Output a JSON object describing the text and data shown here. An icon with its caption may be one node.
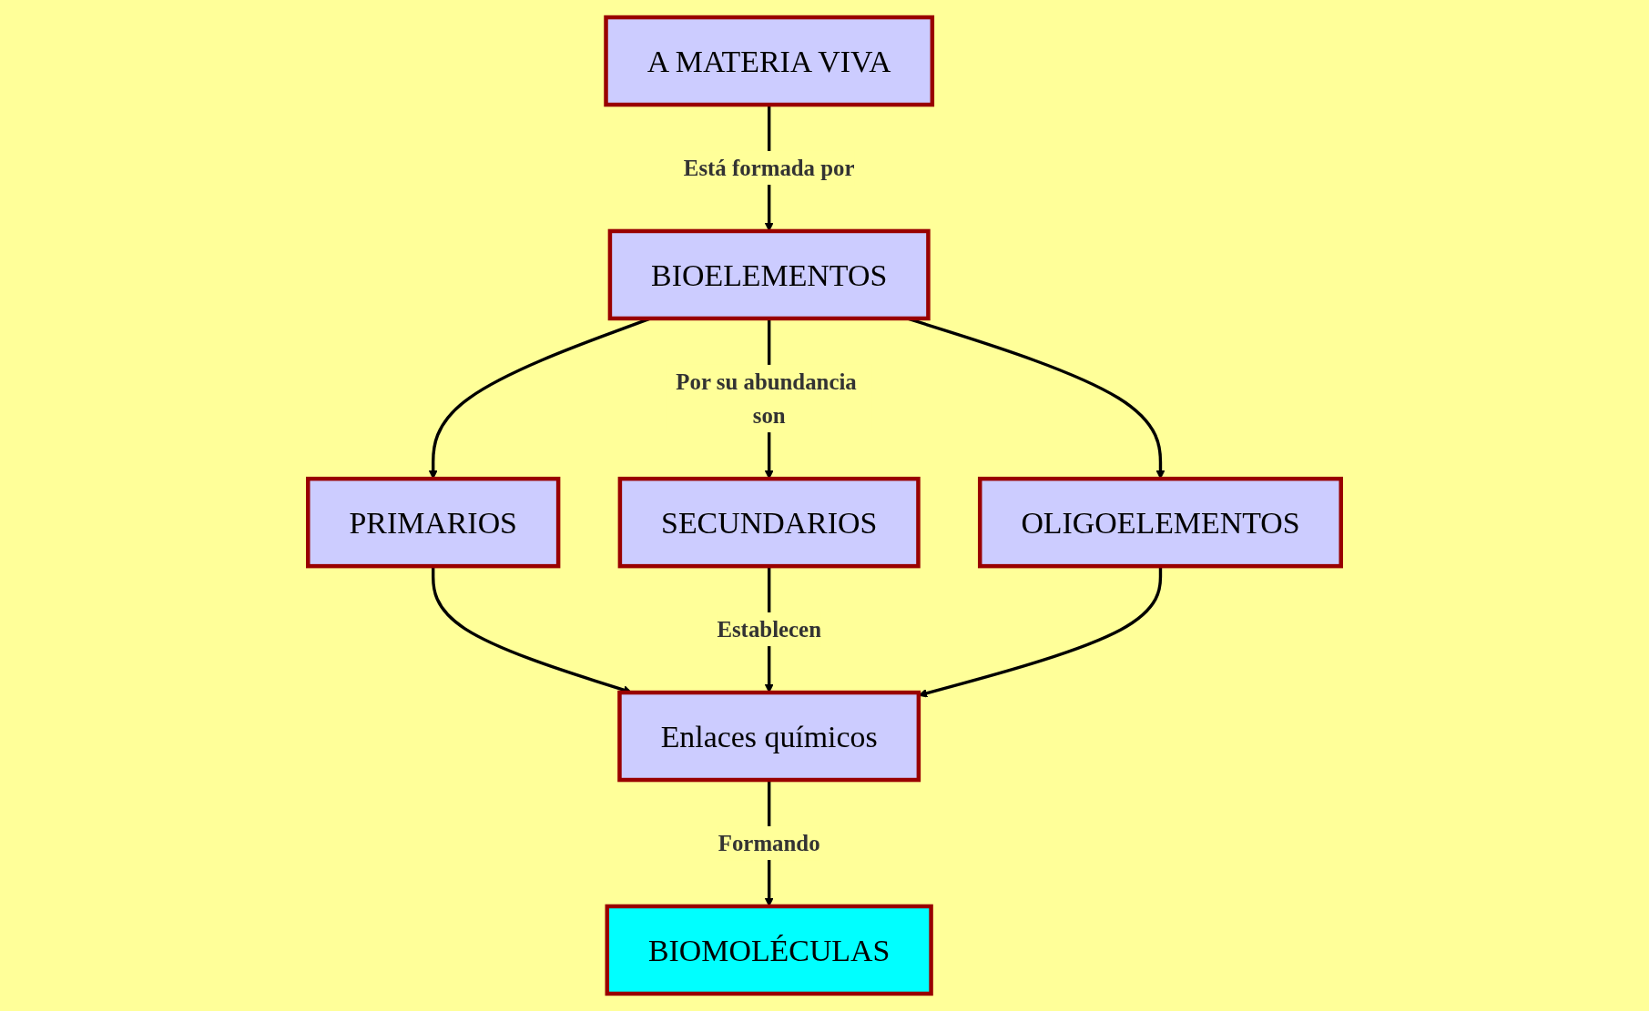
{
  "diagram": {
    "nodes": [
      {
        "text": [
          "A MATERIA VIVA"
        ]
      },
      {
        "text": [
          "BIOELEMENTOS"
        ]
      },
      {
        "text": [
          "PRIMARIOS"
        ]
      },
      {
        "text": [
          "SECUNDARIOS"
        ]
      },
      {
        "text": [
          "OLIGOELEMENTOS"
        ]
      },
      {
        "text": [
          "Enlaces químicos"
        ]
      },
      {
        "text": [
          "BIOMOLÉCULAS"
        ]
      }
    ],
    "edges": [
      {
        "from": 0,
        "to": 1,
        "arrow": "to",
        "label": "Está formada por"
      },
      {
        "from": 1,
        "to": 2,
        "arrow": "to"
      },
      {
        "from": 1,
        "to": 3,
        "arrow": "to",
        "label": "Por su abundancia son"
      },
      {
        "from": 1,
        "to": 4,
        "arrow": "to"
      },
      {
        "from": 2,
        "to": 5,
        "arrow": "to"
      },
      {
        "from": 3,
        "to": 5,
        "arrow": "to",
        "label": "Establecen"
      },
      {
        "from": 4,
        "to": 5,
        "arrow": "to"
      },
      {
        "from": 5,
        "to": 6,
        "arrow": "to",
        "label": "Formando"
      }
    ]
  }
}
